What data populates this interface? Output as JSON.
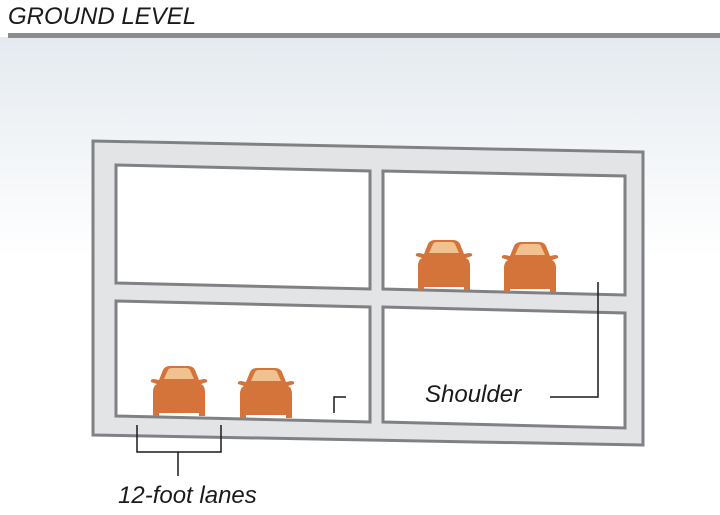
{
  "title": "GROUND LEVEL",
  "labels": {
    "shoulder": "Shoulder",
    "lanes": "12-foot lanes"
  },
  "colors": {
    "frame": "#e3e4e6",
    "frame_stroke": "#808184",
    "car": "#d4733a",
    "windshield": "#f1c28f",
    "header_rule": "#8a8c8e"
  }
}
